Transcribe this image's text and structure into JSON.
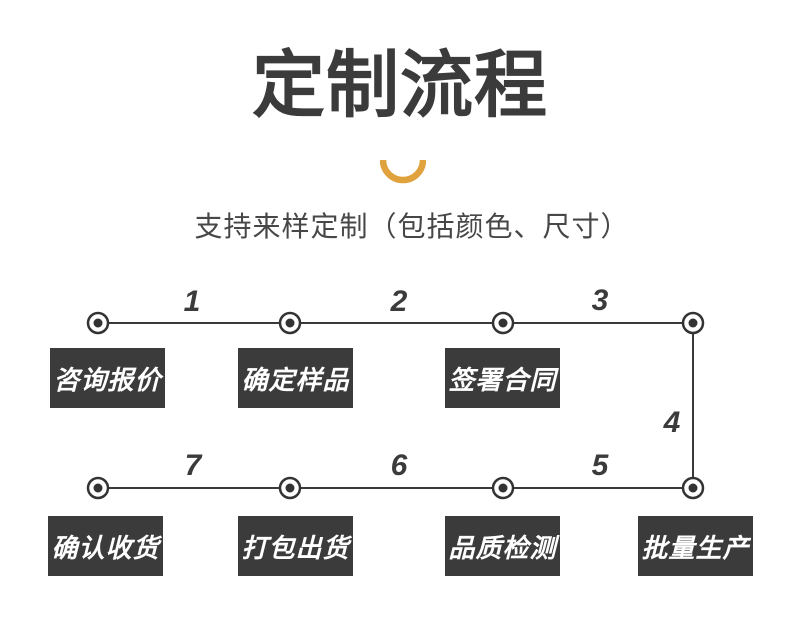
{
  "header": {
    "title": "定制流程",
    "subtitle": "支持来样定制（包括颜色、尺寸）"
  },
  "colors": {
    "accent_orange": "#E0A23C",
    "dark": "#3B3B3B",
    "box_text": "#FFFFFF",
    "line": "#3A3A3A"
  },
  "flow": {
    "top_row": [
      {
        "label": "咨询报价"
      },
      {
        "label": "确定样品"
      },
      {
        "label": "签署合同"
      }
    ],
    "bottom_row": [
      {
        "label": "确认收货"
      },
      {
        "label": "打包出货"
      },
      {
        "label": "品质检测"
      },
      {
        "label": "批量生产"
      }
    ],
    "segment_numbers": [
      "1",
      "2",
      "3",
      "4",
      "5",
      "6",
      "7"
    ]
  }
}
